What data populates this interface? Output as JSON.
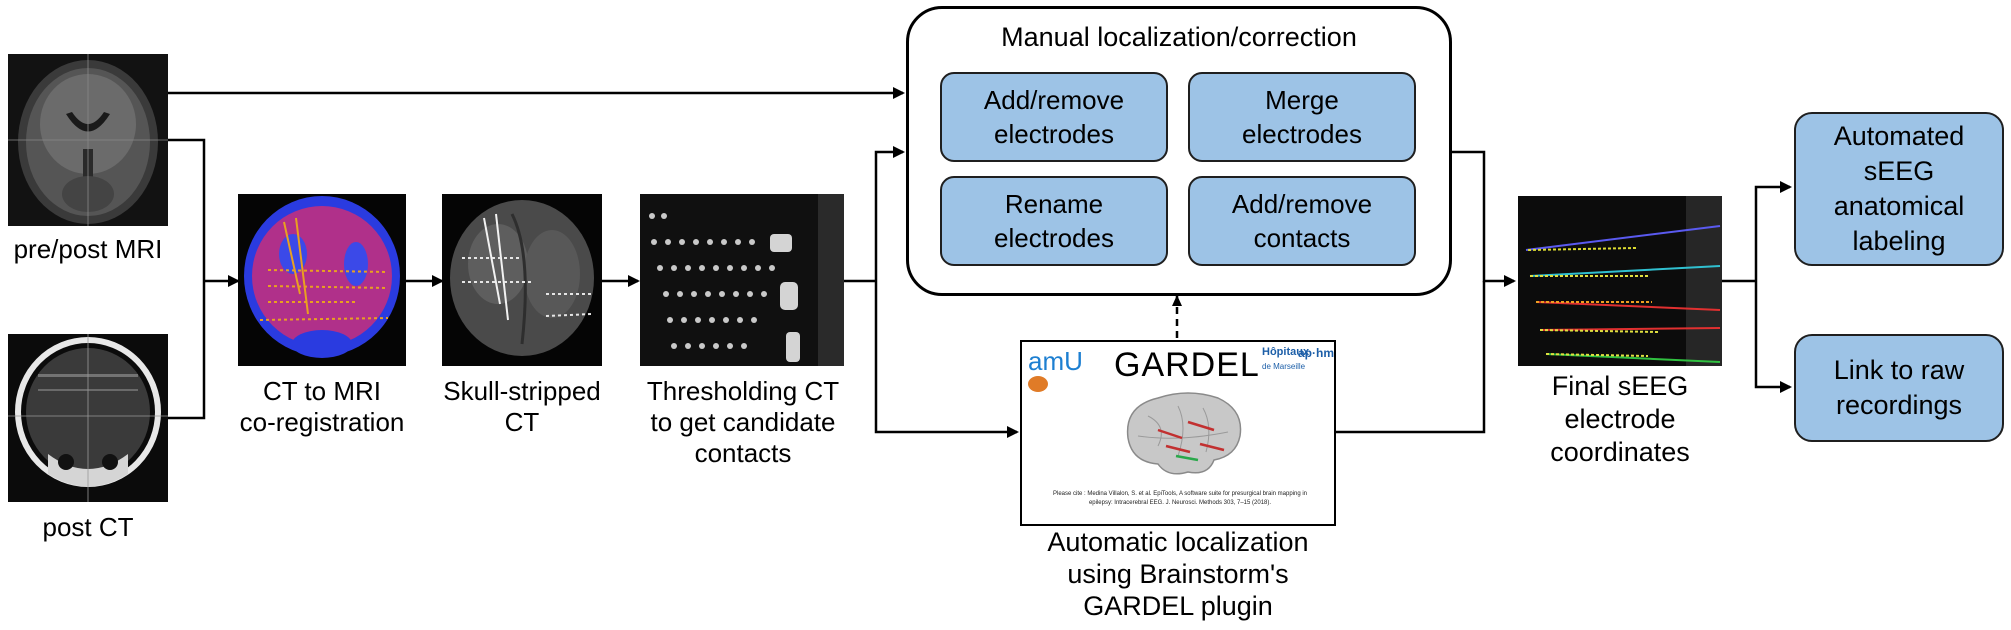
{
  "inputs": {
    "mri_label": "pre/post MRI",
    "ct_label": "post CT"
  },
  "steps": {
    "coreg_label": "CT to MRI\nco-registration",
    "skull_label": "Skull-stripped\nCT",
    "thresh_label": "Thresholding CT\nto get candidate\ncontacts",
    "auto_label": "Automatic localization\nusing Brainstorm's\nGARDEL plugin",
    "final_label": "Final sEEG\nelectrode\ncoordinates"
  },
  "manual": {
    "title": "Manual localization/correction",
    "actions": [
      "Add/remove\nelectrodes",
      "Merge\nelectrodes",
      "Rename\nelectrodes",
      "Add/remove\ncontacts"
    ]
  },
  "outputs": [
    "Automated\nsEEG\nanatomical\nlabeling",
    "Link to raw\nrecordings"
  ],
  "gardel_panel": {
    "title": "GARDEL",
    "logo_left": "amU",
    "logo_right_1": "Hôpitaux",
    "logo_right_2": "de Marseille",
    "logo_aphm": "ap·hm",
    "citation": "Please cite : Medina Villalon, S. et al. EpiTools, A software suite for presurgical brain mapping in epilepsy: Intracerebral EEG. J. Neurosci. Methods 303, 7–15 (2018)."
  },
  "colors": {
    "box_fill": "#9dc3e6",
    "ct_mri_blue": "#2a3be0",
    "ct_mri_magenta": "#b0308a",
    "electrode_orange": "#e9a020"
  }
}
